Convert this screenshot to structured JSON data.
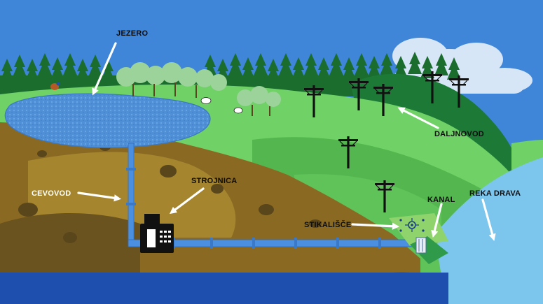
{
  "labels": {
    "lake": "JEZERO",
    "pipeline": "CEVOVOD",
    "powerhouse": "STROJNICA",
    "powerline": "DALJNOVOD",
    "switchyard": "STIKALIŠČE",
    "channel": "KANAL",
    "river": "REKA DRAVA"
  },
  "colors": {
    "sky": "#3f86d8",
    "grass_light": "#6fd166",
    "grass_mid": "#53b64e",
    "forest_dark": "#1c7a36",
    "soil": "#8a6a23",
    "soil_dark": "#6b5320",
    "lake_water": "#4f8fd6",
    "river_water": "#7cc6ee",
    "bottom_water": "#1f4fae",
    "pipe": "#4a8fe0",
    "arrow": "#ffffff"
  },
  "icons": [
    "cloud-icon",
    "power-pole-icon",
    "fax-machine-icon",
    "switchyard-icon",
    "dam-gate-icon",
    "bird-icon",
    "cow-icon"
  ]
}
